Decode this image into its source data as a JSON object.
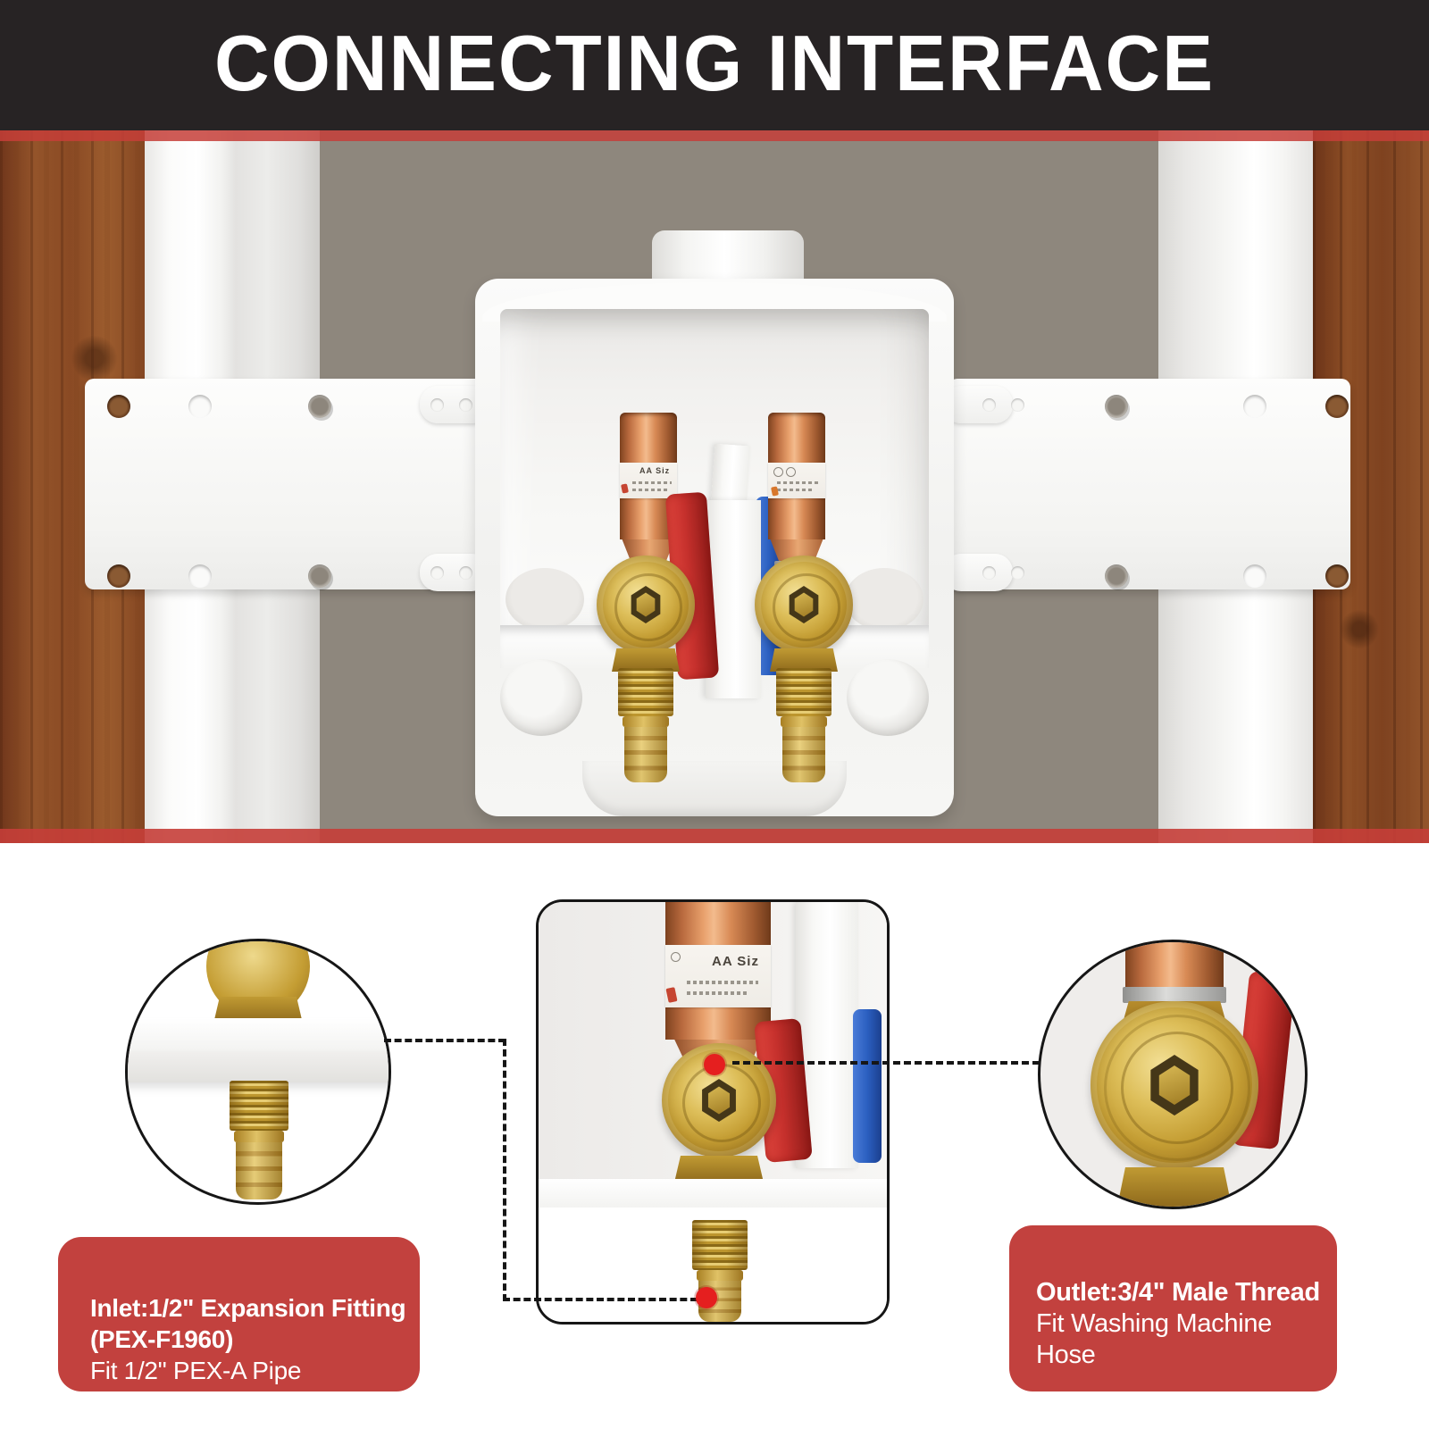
{
  "banner": {
    "title": "CONNECTING INTERFACE"
  },
  "labels": {
    "arrestor": "AA Siz"
  },
  "callouts": {
    "inlet": {
      "line1": "Inlet:1/2\" Expansion Fitting",
      "line2": "(PEX-F1960)",
      "line3": "Fit 1/2\" PEX-A Pipe"
    },
    "outlet": {
      "line1": "Outlet:3/4\" Male Thread",
      "line2": "Fit Washing Machine",
      "line3": "Hose"
    }
  },
  "colors": {
    "banner_bg": "#272324",
    "accent_red": "#c2413e",
    "strip_red": "#b94a47",
    "wall_taupe": "#8e877d",
    "marker_red": "#e51f1f",
    "handle_red": "#c5302c",
    "handle_blue": "#2b5fc0",
    "brass": "#c49d33",
    "copper": "#c97a47"
  }
}
